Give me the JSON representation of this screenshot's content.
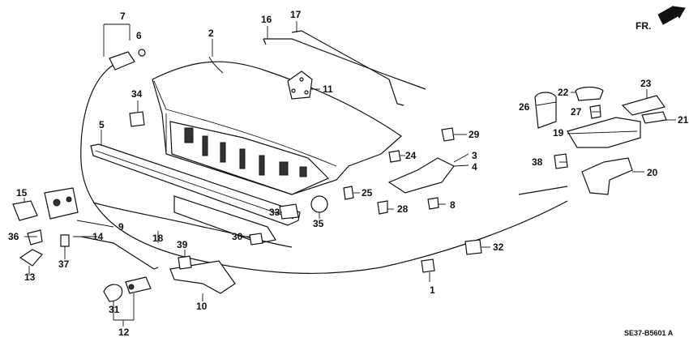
{
  "direction_marker": {
    "text": "FR."
  },
  "diagram_code": "SE37-B5601 A",
  "callouts": [
    {
      "id": "c1",
      "text": "1"
    },
    {
      "id": "c2",
      "text": "2"
    },
    {
      "id": "c3",
      "text": "3"
    },
    {
      "id": "c4",
      "text": "4"
    },
    {
      "id": "c5",
      "text": "5"
    },
    {
      "id": "c6",
      "text": "6"
    },
    {
      "id": "c7",
      "text": "7"
    },
    {
      "id": "c8",
      "text": "8"
    },
    {
      "id": "c9",
      "text": "9"
    },
    {
      "id": "c10",
      "text": "10"
    },
    {
      "id": "c11",
      "text": "11"
    },
    {
      "id": "c12",
      "text": "12"
    },
    {
      "id": "c13",
      "text": "13"
    },
    {
      "id": "c14",
      "text": "14"
    },
    {
      "id": "c15",
      "text": "15"
    },
    {
      "id": "c16",
      "text": "16"
    },
    {
      "id": "c17",
      "text": "17"
    },
    {
      "id": "c18",
      "text": "18"
    },
    {
      "id": "c19",
      "text": "19"
    },
    {
      "id": "c20",
      "text": "20"
    },
    {
      "id": "c21",
      "text": "21"
    },
    {
      "id": "c22",
      "text": "22"
    },
    {
      "id": "c23",
      "text": "23"
    },
    {
      "id": "c24",
      "text": "24"
    },
    {
      "id": "c25",
      "text": "25"
    },
    {
      "id": "c26",
      "text": "26"
    },
    {
      "id": "c27",
      "text": "27"
    },
    {
      "id": "c28",
      "text": "28"
    },
    {
      "id": "c29",
      "text": "29"
    },
    {
      "id": "c30",
      "text": "30"
    },
    {
      "id": "c31",
      "text": "31"
    },
    {
      "id": "c32",
      "text": "32"
    },
    {
      "id": "c33",
      "text": "33"
    },
    {
      "id": "c34",
      "text": "34"
    },
    {
      "id": "c35",
      "text": "35"
    },
    {
      "id": "c36",
      "text": "36"
    },
    {
      "id": "c37",
      "text": "37"
    },
    {
      "id": "c38",
      "text": "38"
    },
    {
      "id": "c39",
      "text": "39"
    }
  ]
}
